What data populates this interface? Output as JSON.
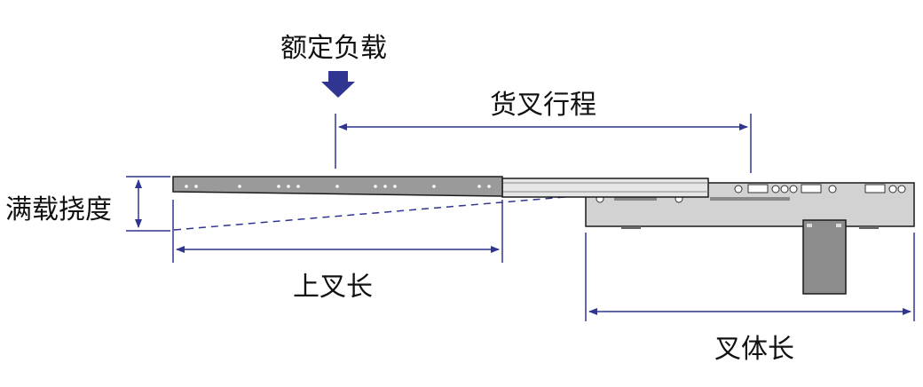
{
  "labels": {
    "rated_load": "额定负载",
    "fork_travel": "货叉行程",
    "full_load_deflection": "满载挠度",
    "upper_fork_length": "上叉长",
    "fork_body_length": "叉体长"
  },
  "colors": {
    "dimension_line": "#2f3590",
    "load_arrow": "#2f3590",
    "upper_fork_fill": "#9a9a9a",
    "body_fill": "#d2d2d2",
    "mount_fill": "#8c8c8c",
    "outline": "#1a1a1a"
  }
}
